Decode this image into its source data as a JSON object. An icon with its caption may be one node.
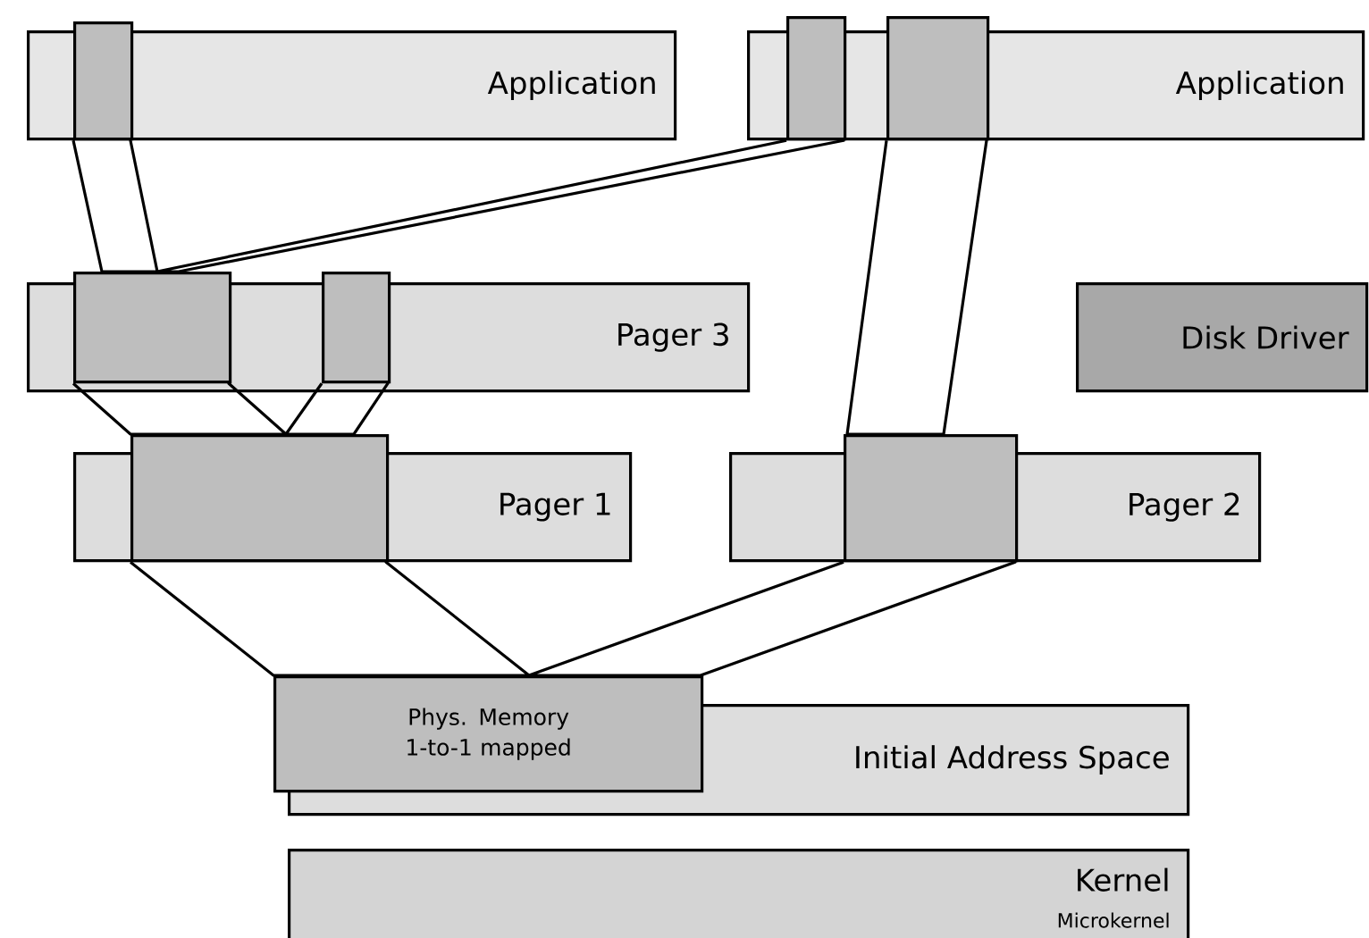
{
  "diagram": {
    "nodes": [
      {
        "text": [
          "Application"
        ]
      },
      {
        "text": [],
        "shape": "box"
      },
      {
        "text": [
          "Application"
        ]
      },
      {
        "text": [],
        "shape": "box"
      },
      {
        "text": [],
        "shape": "box"
      },
      {
        "text": [
          "Pager 3"
        ]
      },
      {
        "text": [],
        "shape": "box"
      },
      {
        "text": [],
        "shape": "box"
      },
      {
        "text": [
          "Disk Driver"
        ]
      },
      {
        "text": [
          "Pager 1"
        ]
      },
      {
        "text": [],
        "shape": "box"
      },
      {
        "text": [
          "Pager 2"
        ]
      },
      {
        "text": [],
        "shape": "box"
      },
      {
        "text": [
          "Phys. Memory 1-to-1 mapped"
        ]
      },
      {
        "text": [
          "Initial Address Space"
        ]
      },
      {
        "text": [
          "Kernel",
          "Microkernel"
        ]
      }
    ],
    "edges": [
      {
        "from": 1,
        "to": 6,
        "arrow": "none"
      },
      {
        "from": 3,
        "to": 6,
        "arrow": "none"
      },
      {
        "from": 4,
        "to": 12,
        "arrow": "none"
      },
      {
        "from": 6,
        "to": 10,
        "arrow": "none"
      },
      {
        "from": 7,
        "to": 10,
        "arrow": "none"
      },
      {
        "from": 10,
        "to": 13,
        "arrow": "none"
      },
      {
        "from": 12,
        "to": 13,
        "arrow": "none"
      }
    ]
  }
}
